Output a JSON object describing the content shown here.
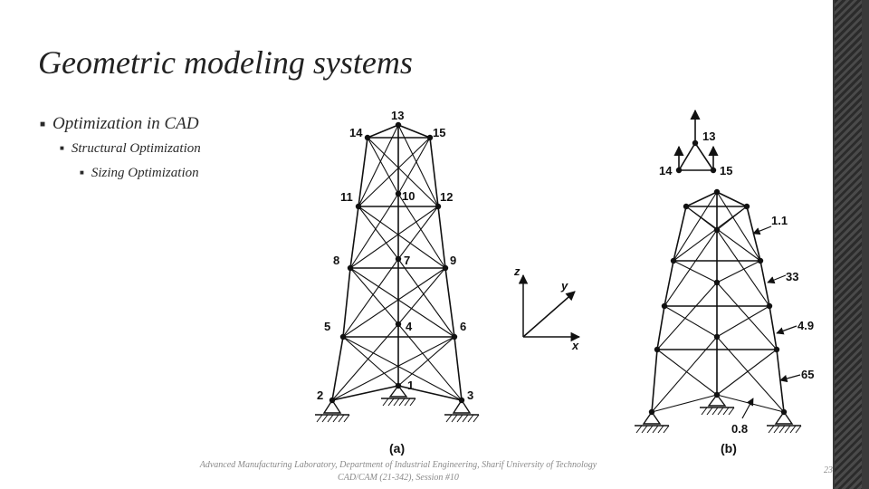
{
  "slide": {
    "title": "Geometric modeling systems",
    "bullets": {
      "level1": "Optimization in CAD",
      "level2": "Structural Optimization",
      "level3": "Sizing Optimization"
    },
    "footer_line1": "Advanced Manufacturing Laboratory, Department of Industrial Engineering, Sharif University of Technology",
    "footer_line2": "CAD/CAM (21-342), Session #10",
    "page_number": "23"
  },
  "figure": {
    "truss_a": {
      "caption": "(a)",
      "nodes": [
        "1",
        "2",
        "3",
        "4",
        "5",
        "6",
        "7",
        "8",
        "9",
        "10",
        "11",
        "12",
        "13",
        "14",
        "15"
      ]
    },
    "axes": {
      "x": "x",
      "y": "y",
      "z": "z"
    },
    "truss_b": {
      "caption": "(b)",
      "nodes": [
        "13",
        "14",
        "15"
      ],
      "annotations": [
        "1.1",
        "33",
        "4.9",
        "65",
        "0.8"
      ]
    }
  }
}
